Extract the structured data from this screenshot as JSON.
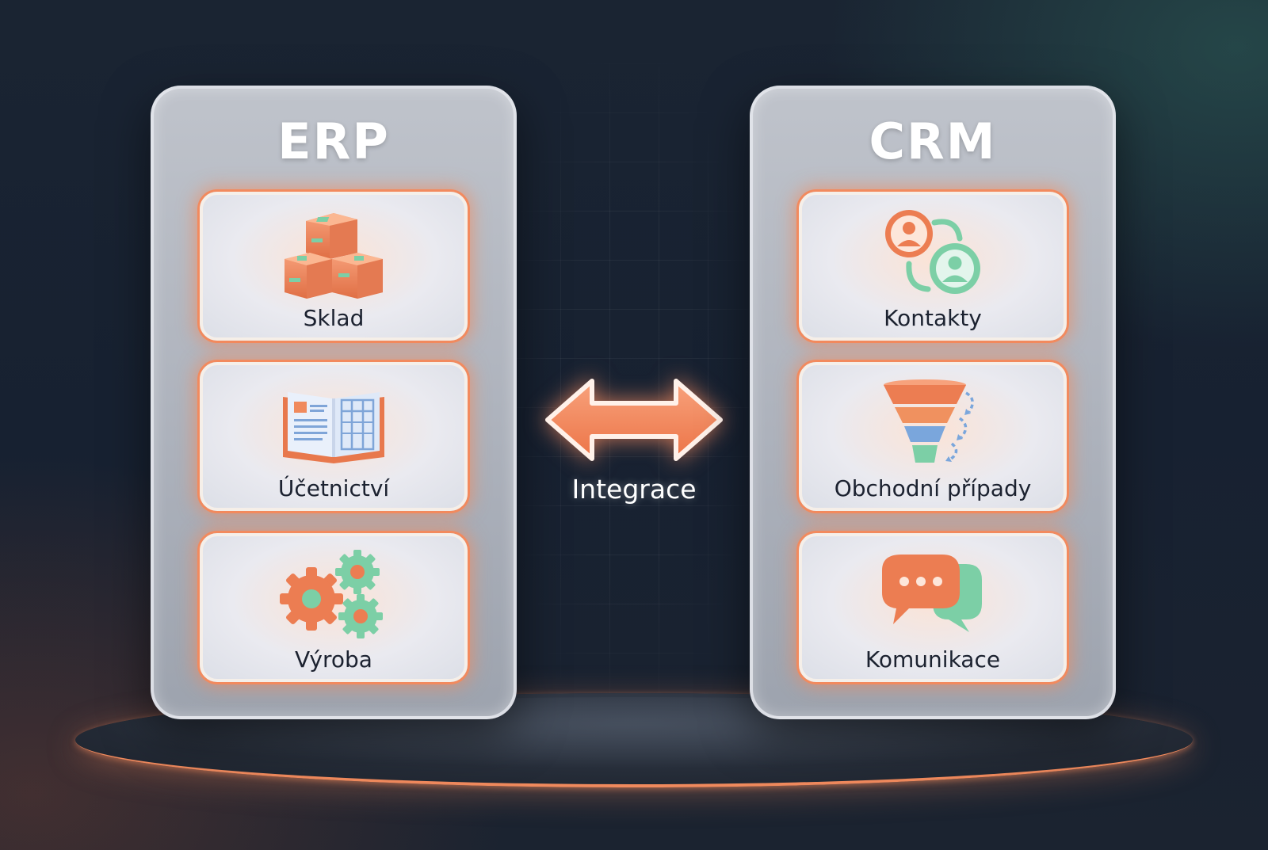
{
  "integration": {
    "label": "Integrace",
    "arrow_icon": "bidirectional-arrow-icon",
    "arrow_color": "#f28a5e"
  },
  "erp": {
    "title": "ERP",
    "modules": [
      {
        "label": "Sklad",
        "icon": "boxes-icon"
      },
      {
        "label": "Účetnictví",
        "icon": "ledger-book-icon"
      },
      {
        "label": "Výroba",
        "icon": "gears-icon"
      }
    ]
  },
  "crm": {
    "title": "CRM",
    "modules": [
      {
        "label": "Kontakty",
        "icon": "contacts-exchange-icon"
      },
      {
        "label": "Obchodní případy",
        "icon": "sales-funnel-icon"
      },
      {
        "label": "Komunikace",
        "icon": "chat-bubbles-icon"
      }
    ]
  },
  "colors": {
    "accent": "#f28a5e",
    "secondary": "#6cc9a0",
    "background": "#172131",
    "panel": "#b3b8c1"
  }
}
